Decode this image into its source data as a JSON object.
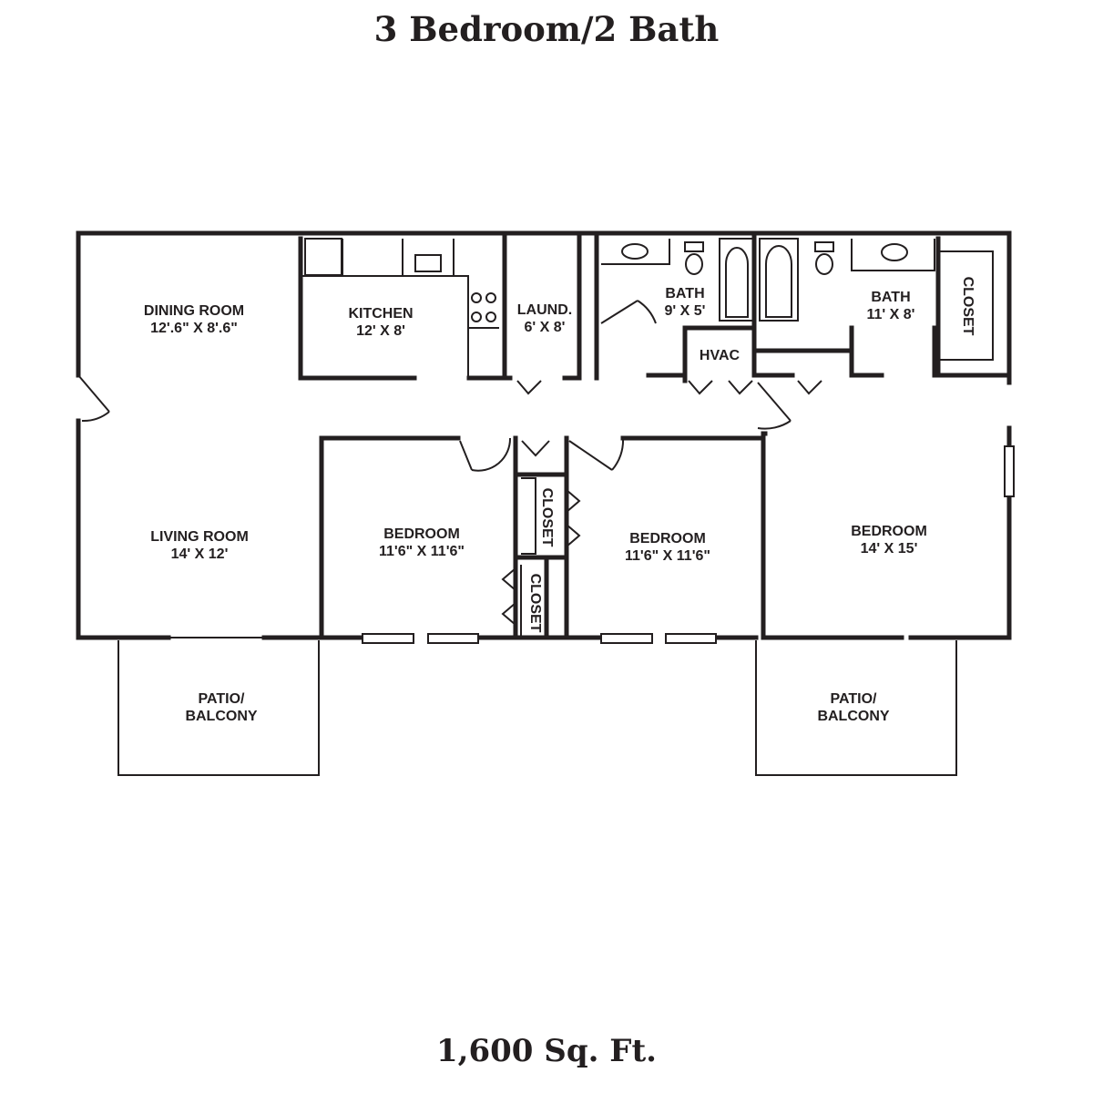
{
  "title": "3 Bedroom/2 Bath",
  "footer": "1,600 Sq. Ft.",
  "rooms": {
    "dining": {
      "name": "DINING ROOM",
      "size": "12'.6\" X 8'.6\""
    },
    "kitchen": {
      "name": "KITCHEN",
      "size": "12' X 8'"
    },
    "laundry": {
      "name": "LAUND.",
      "size": "6' X 8'"
    },
    "bath1": {
      "name": "BATH",
      "size": "9' X 5'"
    },
    "hvac": {
      "name": "HVAC"
    },
    "bath2": {
      "name": "BATH",
      "size": "11' X 8'"
    },
    "master_closet": {
      "name": "CLOSET"
    },
    "living": {
      "name": "LIVING ROOM",
      "size": "14' X 12'"
    },
    "bedroom1": {
      "name": "BEDROOM",
      "size": "11'6\" X 11'6\""
    },
    "closet_a": {
      "name": "CLOSET"
    },
    "closet_b": {
      "name": "CLOSET"
    },
    "bedroom2": {
      "name": "BEDROOM",
      "size": "11'6\" X 11'6\""
    },
    "bedroom3": {
      "name": "BEDROOM",
      "size": "14' X 15'"
    },
    "patio1": {
      "line1": "PATIO/",
      "line2": "BALCONY"
    },
    "patio2": {
      "line1": "PATIO/",
      "line2": "BALCONY"
    }
  }
}
